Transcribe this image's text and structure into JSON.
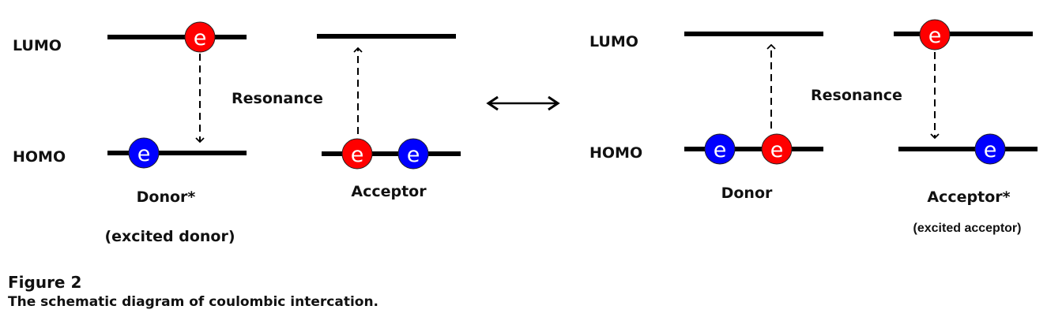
{
  "labels": {
    "lumo": "LUMO",
    "homo": "HOMO",
    "resonance": "Resonance",
    "electron": "e"
  },
  "left_state": {
    "donor_label": "Donor*",
    "donor_sublabel": "(excited donor)",
    "acceptor_label": "Acceptor"
  },
  "right_state": {
    "donor_label": "Donor",
    "acceptor_label": "Acceptor*",
    "acceptor_sublabel": "(excited acceptor)"
  },
  "colors": {
    "excited_electron": "#ff0000",
    "ground_electron": "#0000ff",
    "line": "#000000"
  },
  "caption": {
    "title": "Figure 2",
    "text": "The schematic diagram of coulombic intercation."
  }
}
